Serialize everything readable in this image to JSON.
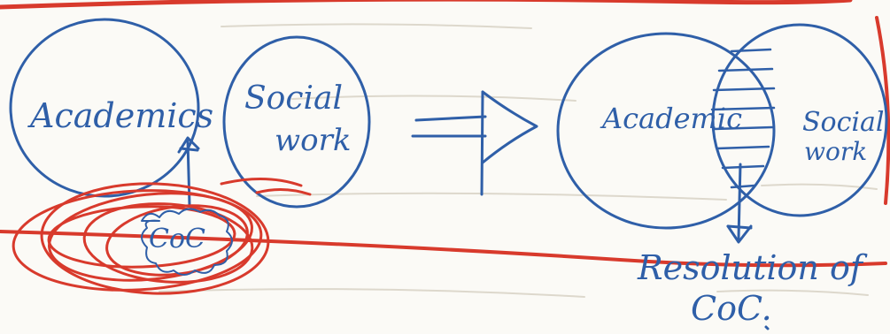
{
  "colors": {
    "paper": "#fbfaf6",
    "ink": "#2f5fa8",
    "red_marker": "#d83a2c",
    "bleed_through": "#ddd8cc"
  },
  "left_diagram": {
    "circle_1_label": "Academics",
    "circle_2_label_line1": "Social",
    "circle_2_label_line2": "work",
    "arrow_label": "CoC"
  },
  "implies_arrow": "=>",
  "right_diagram": {
    "circle_1_label": "Academic",
    "circle_2_label_line1": "Social",
    "circle_2_label_line2": "work",
    "note_line1": "Resolution of",
    "note_line2": "CoC."
  }
}
